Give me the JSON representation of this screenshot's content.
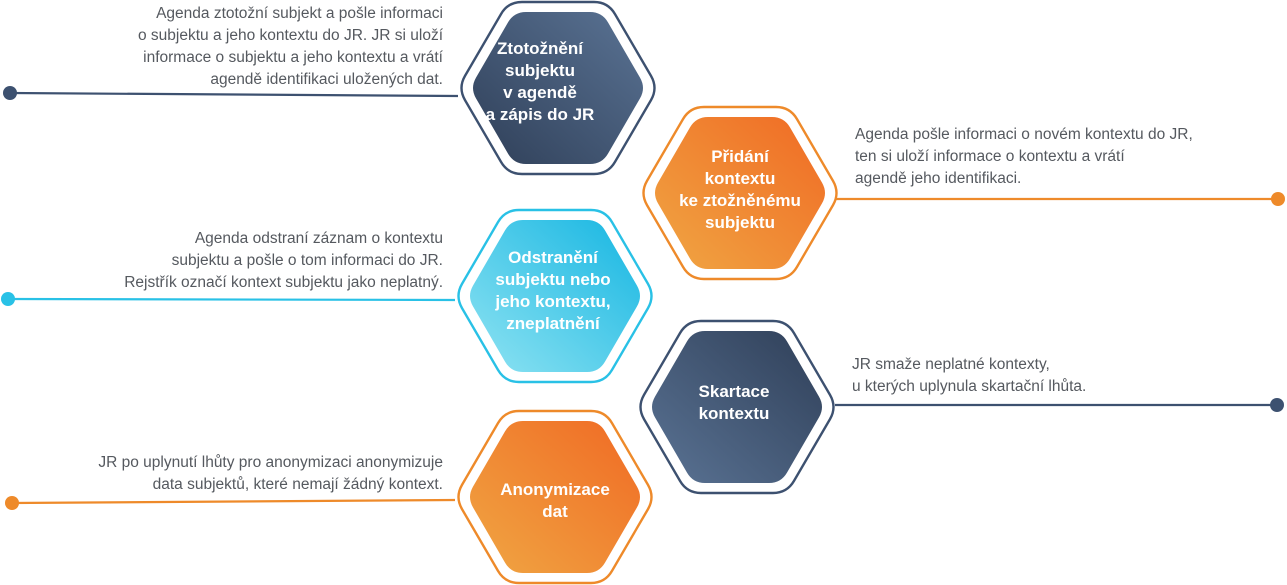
{
  "steps": [
    {
      "id": "ztotozneni",
      "title": "Ztotožnění\nsubjektu\nv agendě\na zápis do JR",
      "description": "Agenda ztotožní subjekt a pošle informaci\no subjektu a jeho kontextu do JR. JR si uloží\ninformace o subjektu a jeho kontextu a vrátí\nagendě identifikaci uložených dat.",
      "color": "#3d5170",
      "gradient": [
        "#5a7394",
        "#2f3f58"
      ],
      "side": "left"
    },
    {
      "id": "pridani",
      "title": "Přidání\nkontextu\nke ztožněnému\nsubjektu",
      "description": "Agenda pošle informaci o novém kontextu do JR,\nten si uloží informace o kontextu a vrátí\nagendě jeho identifikaci.",
      "color": "#ee8a2a",
      "gradient": [
        "#f06a24",
        "#f0a643"
      ],
      "side": "right"
    },
    {
      "id": "odstraneni",
      "title": "Odstranění\nsubjektu nebo\njeho kontextu,\nzneplatnění",
      "description": "Agenda odstraní záznam o kontextu\nsubjektu a pošle o tom informaci do JR.\nRejstřík označí kontext subjektu jako neplatný.",
      "color": "#29c1e6",
      "gradient": [
        "#16b6e2",
        "#8fe3f2"
      ],
      "side": "left"
    },
    {
      "id": "skartace",
      "title": "Skartace\nkontextu",
      "description": "JR smaže neplatné kontexty,\nu kterých uplynula skartační lhůta.",
      "color": "#3d5170",
      "gradient": [
        "#2f3f58",
        "#5a7394"
      ],
      "side": "right"
    },
    {
      "id": "anonymizace",
      "title": "Anonymizace\ndat",
      "description": "JR po uplynutí lhůty pro anonymizaci anonymizuje\ndata subjektů, které nemají žádný kontext.",
      "color": "#ee8a2a",
      "gradient": [
        "#f06a24",
        "#f0a643"
      ],
      "side": "left"
    }
  ]
}
